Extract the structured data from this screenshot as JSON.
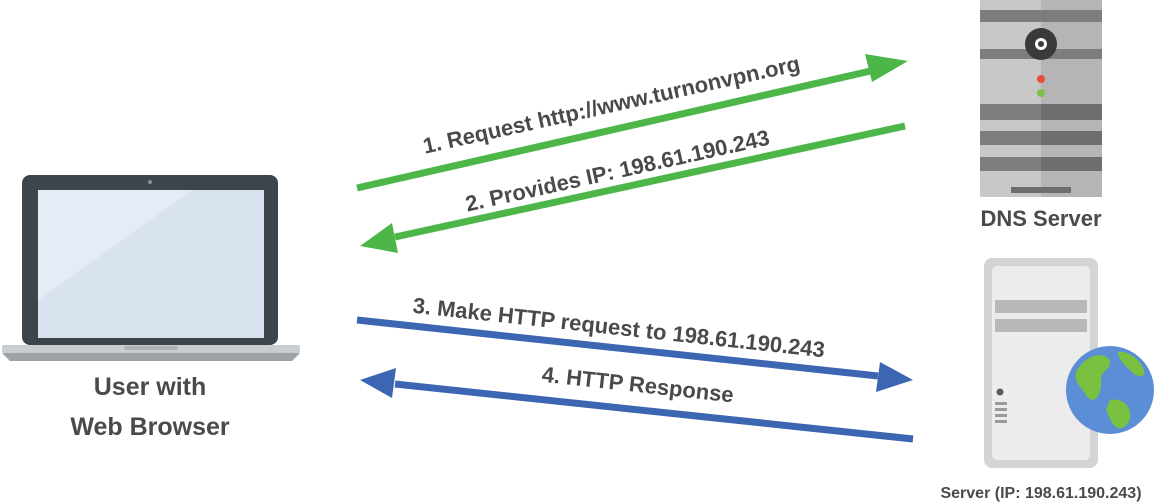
{
  "nodes": {
    "client_line1": "User with",
    "client_line2": "Web Browser",
    "dns_label": "DNS Server",
    "web_label": "Server (IP: 198.61.190.243)"
  },
  "steps": [
    {
      "label": "1. Request http://www.turnonvpn.org",
      "color": "#4cb649"
    },
    {
      "label": "2. Provides IP: 198.61.190.243",
      "color": "#4cb649"
    },
    {
      "label": "3. Make HTTP request to 198.61.190.243",
      "color": "#3c66b1"
    },
    {
      "label": "4. HTTP Response",
      "color": "#3c66b1"
    }
  ],
  "icons": {
    "client": "laptop-icon",
    "dns": "server-tower-icon",
    "web": "server-tower-icon",
    "web_badge": "globe-icon"
  }
}
